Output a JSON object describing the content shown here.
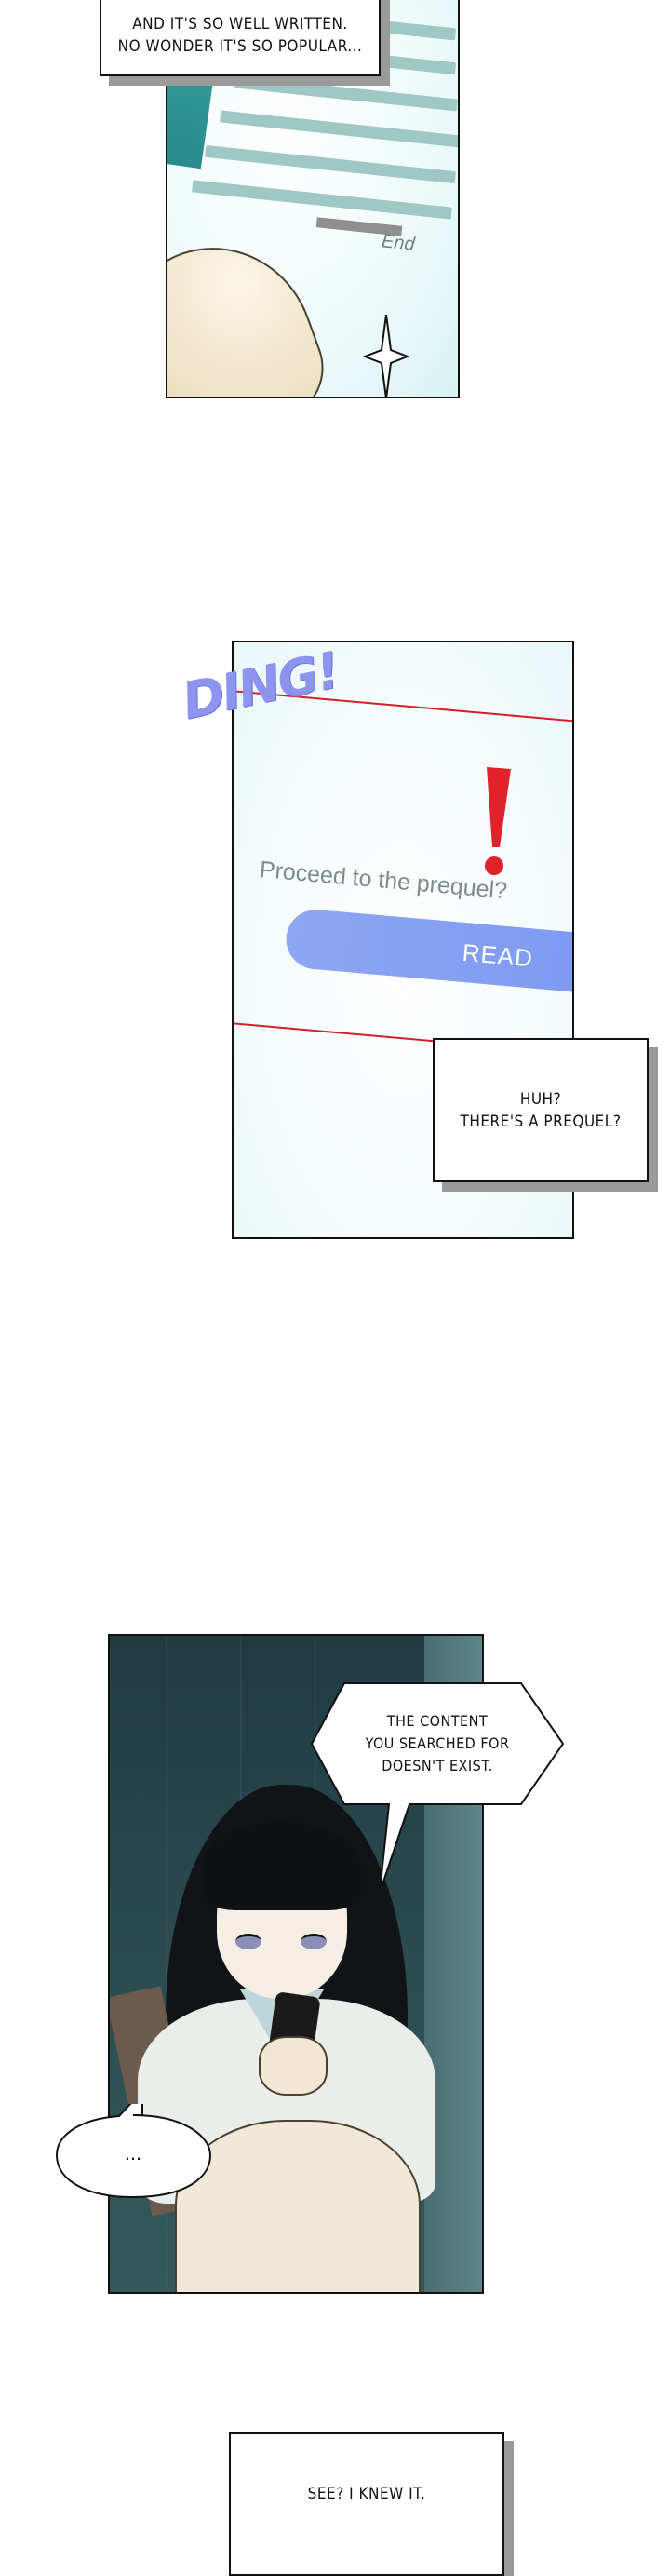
{
  "captions": {
    "top": [
      "AND IT'S SO WELL WRITTEN.",
      "NO WONDER IT'S SO POPULAR..."
    ],
    "prequel": [
      "HUH?",
      "THERE'S A PREQUEL?"
    ],
    "knew": [
      "SEE? I KNEW IT."
    ]
  },
  "panel1": {
    "end_label": "End"
  },
  "panel2": {
    "sfx": "DING!",
    "prompt": "Proceed to the prequel?",
    "read_button": "READ"
  },
  "bubbles": {
    "content": [
      "THE CONTENT",
      "YOU SEARCHED FOR",
      "DOESN'T EXIST."
    ],
    "dots": "..."
  },
  "colors": {
    "accent_blue": "#7c98f0",
    "sfx_purple": "#8c94ef",
    "alert_red": "#d2202a"
  }
}
